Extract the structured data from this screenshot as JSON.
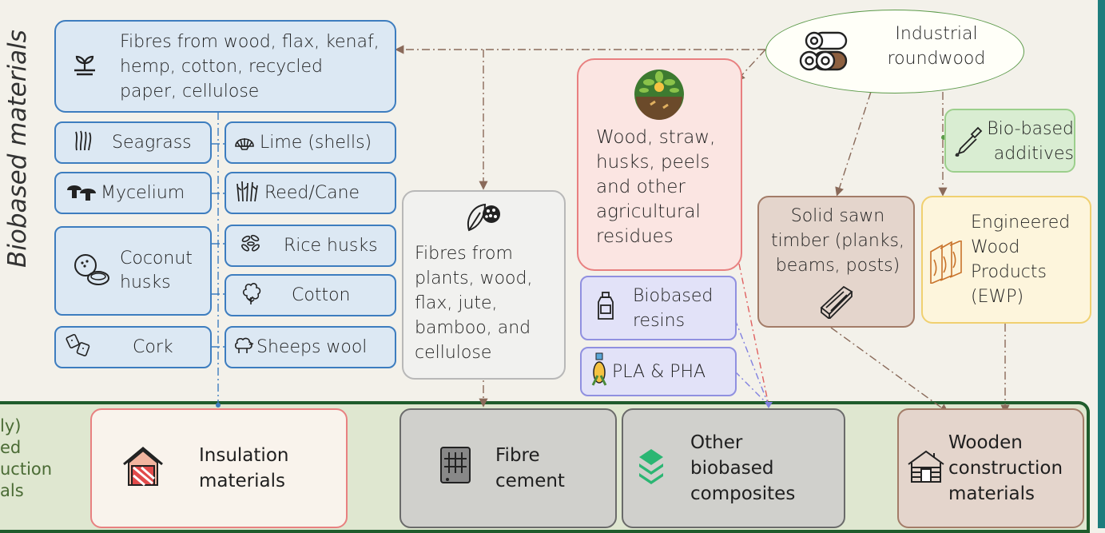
{
  "side_label": "Biobased materials",
  "fibres_wood": "Fibres from wood, flax, kenaf, hemp, cotton, recycled paper, cellulose",
  "small_items": {
    "seagrass": "Seagrass",
    "lime": "Lime (shells)",
    "mycelium": "Mycelium",
    "reed": "Reed/Cane",
    "coconut": "Coconut husks",
    "rice": "Rice husks",
    "cotton": "Cotton",
    "cork": "Cork",
    "wool": "Sheeps wool"
  },
  "fibres_plants": "Fibres from plants, wood, flax, jute, bamboo, and cellulose",
  "residues": "Wood, straw, husks, peels and other agricultural residues",
  "resins": "Biobased resins",
  "pla": "PLA & PHA",
  "roundwood": "Industrial roundwood",
  "additives": "Bio-based additives",
  "sawn": "Solid sawn timber (planks, beams, posts)",
  "ewp": "Engineered Wood Products (EWP)",
  "band_label": "ly)\ned\nuction\nals",
  "outputs": {
    "insulation": "Insulation materials",
    "fibre_cement": "Fibre cement",
    "composites": "Other biobased composites",
    "wooden": "Wooden construction materials"
  },
  "colors": {
    "blue_border": "#3d7dbf",
    "blue_fill": "#dce8f3",
    "red_border": "#e88080",
    "red_fill": "#fbe5e2",
    "green_border": "#5c9a4a",
    "purple_border": "#9090e0",
    "purple_fill": "#e2e2f8",
    "brown_border": "#a37c68",
    "brown_fill": "#e4d5cc",
    "yellow_border": "#f0d070",
    "yellow_fill": "#fdf5dc",
    "band_border": "#1f5c2c",
    "band_fill": "#dfe7d0",
    "teal": "#1e7d7d"
  },
  "icons": [
    "sprout-icon",
    "seagrass-icon",
    "shell-icon",
    "mushroom-icon",
    "reed-icon",
    "coconut-icon",
    "rice-icon",
    "cotton-icon",
    "cork-icon",
    "sheep-icon",
    "leaf-icon",
    "soil-plant-icon",
    "bottle-icon",
    "corn-bottle-icon",
    "logs-icon",
    "dropper-icon",
    "plank-icon",
    "ewp-icon",
    "house-icon",
    "cement-icon",
    "layers-icon",
    "cabin-icon"
  ]
}
